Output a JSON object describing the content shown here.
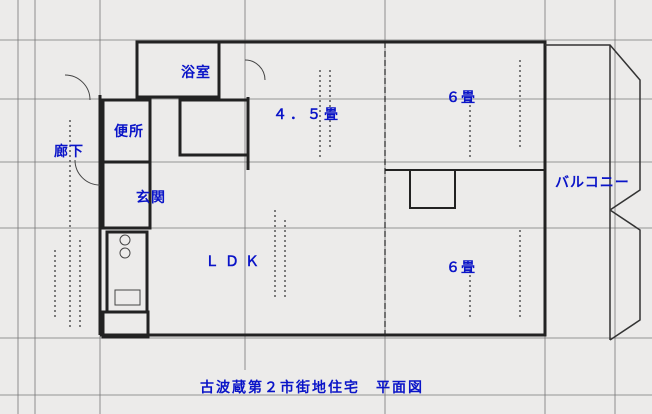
{
  "title": "古波蔵第２市街地住宅　平面図",
  "rooms": {
    "bath": "浴室",
    "room45": "４．５畳",
    "room6_top": "６畳",
    "toilet": "便所",
    "corridor": "廊下",
    "entrance": "玄関",
    "balcony": "バルコニー",
    "ldk": "ＬＤＫ",
    "room6_bottom": "６畳"
  },
  "colors": {
    "label": "#0a14c8",
    "wall": "#222222",
    "background": "#ecebea"
  }
}
